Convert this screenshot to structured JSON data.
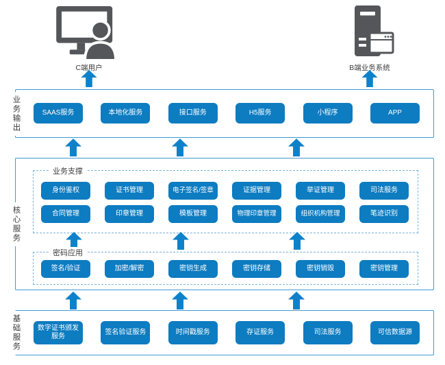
{
  "diagram": {
    "endpoints": {
      "c_user_label": "C端用户",
      "b_system_label": "B端业务系统"
    },
    "layers": {
      "business_output": {
        "label": "业务输出",
        "items": [
          "SAAS服务",
          "本地化服务",
          "接口服务",
          "H5服务",
          "小程序",
          "APP"
        ]
      },
      "core_services": {
        "label": "核心服务",
        "business_support": {
          "label": "业务支撑",
          "row1": [
            "身份鉴权",
            "证书管理",
            "电子签名/签章",
            "证据管理",
            "举证管理",
            "司法服务"
          ],
          "row2": [
            "合同管理",
            "印章管理",
            "模板管理",
            "物理印章管理",
            "组织机构管理",
            "笔迹识别"
          ]
        },
        "crypto_application": {
          "label": "密码应用",
          "row": [
            "签名/验证",
            "加密/解密",
            "密钥生成",
            "密钥存储",
            "密钥销毁",
            "密钥管理"
          ]
        }
      },
      "basic_services": {
        "label": "基础服务",
        "items": [
          "数字证书颁发服务",
          "签名验证服务",
          "时间戳服务",
          "存证服务",
          "司法服务",
          "可信数据源"
        ]
      }
    },
    "colors": {
      "button_blue": "#0d7cc1",
      "arrow_blue": "#0d82cb",
      "box_border_blue": "#3e99d3",
      "dashed_border_blue": "#78b1da",
      "icon_gray": "#54565a",
      "text_dark": "#3c3c3c"
    }
  }
}
